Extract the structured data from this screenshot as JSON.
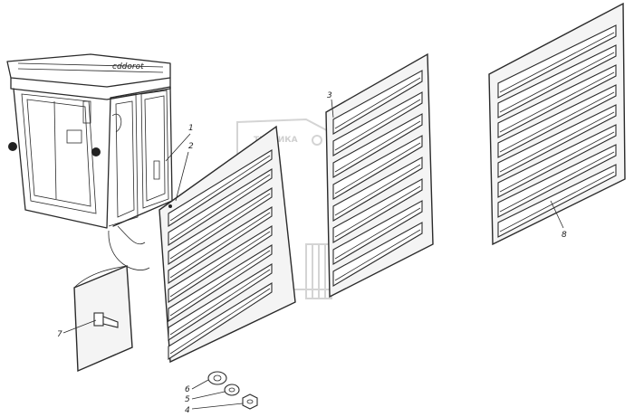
{
  "labels": {
    "l1": "1",
    "l2": "2",
    "l3": "3",
    "l4": "4",
    "l5": "5",
    "l6": "6",
    "l7": "7",
    "l8": "8"
  },
  "cab_text": "cddorot",
  "watermark_text": "ТЕХНИКА"
}
